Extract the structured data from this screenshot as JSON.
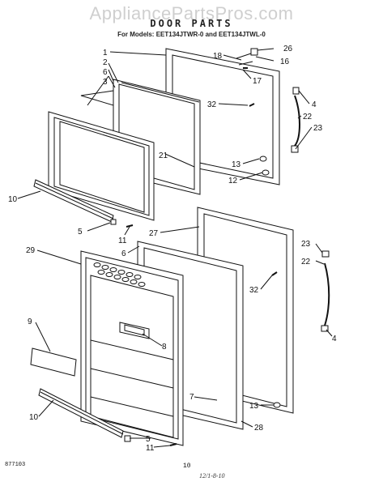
{
  "watermark": "AppliancePartsPros.com",
  "title": "DOOR PARTS",
  "subtitle": "For Models: EET134JTWR-0  and EET134JTWL-0",
  "footer": {
    "code": "877103",
    "page": "10",
    "note": "12/1-8-10"
  },
  "callouts": {
    "c1": "1",
    "c2": "2",
    "c3": "3",
    "c6a": "6",
    "c18": "18",
    "c26": "26",
    "c16": "16",
    "c17": "17",
    "c32a": "32",
    "c4a": "4",
    "c22a": "22",
    "c23a": "23",
    "c21": "21",
    "c13a": "13",
    "c12": "12",
    "c10a": "10",
    "c5a": "5",
    "c11a": "11",
    "c6b": "6",
    "c27": "27",
    "c29": "29",
    "c23b": "23",
    "c22b": "22",
    "c32b": "32",
    "c4b": "4",
    "c9": "9",
    "c8": "8",
    "c7": "7",
    "c13b": "13",
    "c28": "28",
    "c10b": "10",
    "c5b": "5",
    "c11b": "11"
  }
}
